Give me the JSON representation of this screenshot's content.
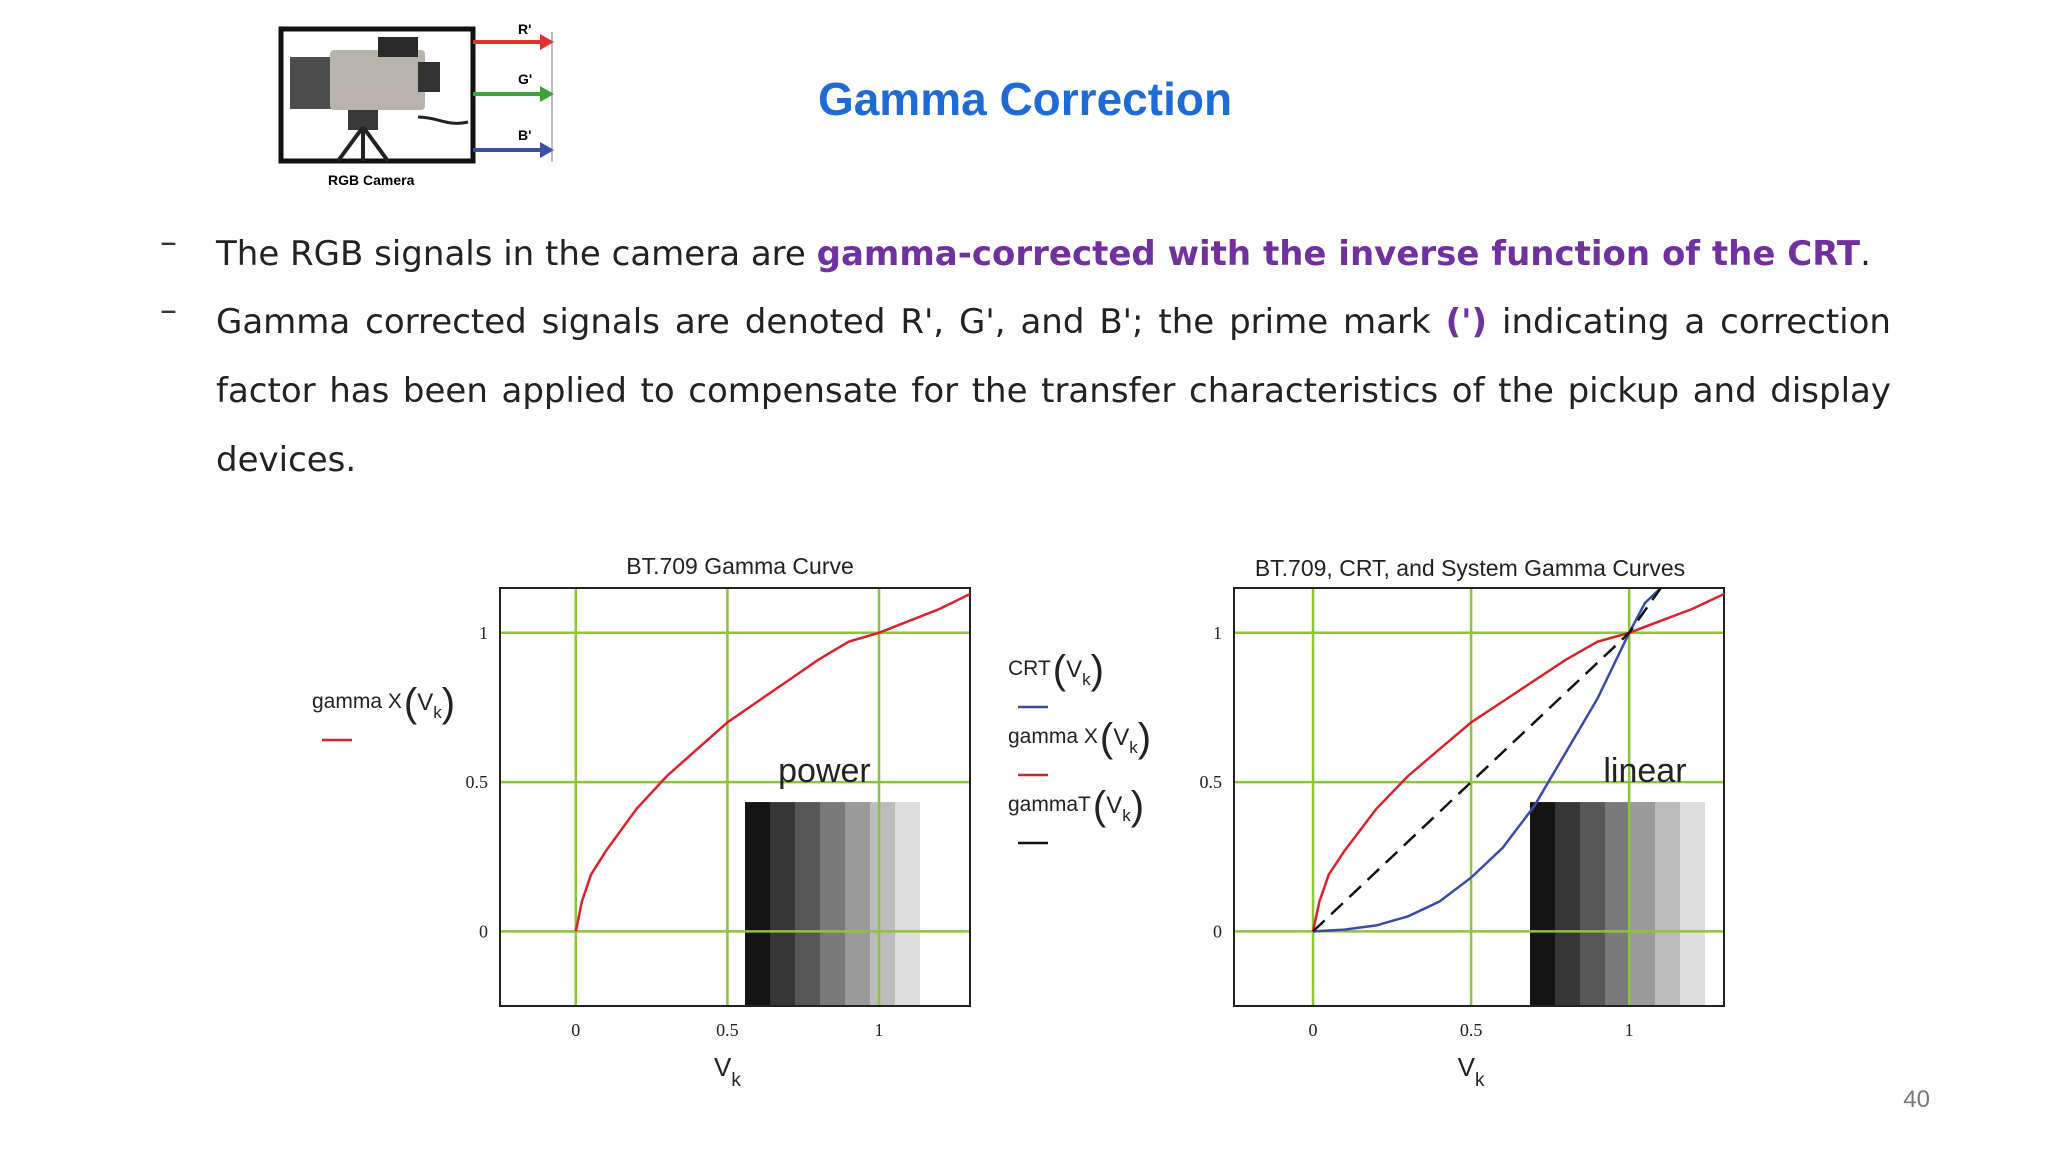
{
  "slide": {
    "title": "Gamma Correction",
    "page_number": "40"
  },
  "camera": {
    "caption": "RGB Camera",
    "outputs": [
      "R'",
      "G'",
      "B'"
    ],
    "output_colors": [
      "#e0322d",
      "#3aa63a",
      "#3b4fa8"
    ]
  },
  "bullets": [
    {
      "dash": "–",
      "prefix": "The RGB signals in the camera are ",
      "highlight": "gamma-corrected with the inverse function of the CRT",
      "suffix": "."
    },
    {
      "dash": "–",
      "prefix": "Gamma corrected signals are denoted R', G', and B'; the prime mark ",
      "highlight": "(')",
      "suffix": " indicating a correction factor has been applied to compensate for the transfer characteristics of the pickup and display devices."
    }
  ],
  "colors": {
    "title": "#1f6bd6",
    "highlight": "#7030a0",
    "grid": "#8cc43c",
    "gamma_x": "#d8232f",
    "crt": "#3b4aa6",
    "system": "#111111"
  },
  "chart_data": [
    {
      "type": "line",
      "title": "BT.709 Gamma Curve",
      "xlabel": "V",
      "xlabel_sub": "k",
      "x_ticks": [
        "0",
        "0.5",
        "1"
      ],
      "y_ticks": [
        "0",
        "0.5",
        "1"
      ],
      "xlim": [
        -0.25,
        1.3
      ],
      "ylim": [
        -0.25,
        1.15
      ],
      "grid": true,
      "annotation": "power",
      "legend": [
        {
          "name": "gamma X",
          "arg": "V",
          "sub": "k",
          "color": "#d8232f"
        }
      ],
      "series": [
        {
          "name": "gamma X",
          "color": "#d8232f",
          "x": [
            0,
            0.02,
            0.05,
            0.1,
            0.2,
            0.3,
            0.4,
            0.5,
            0.6,
            0.7,
            0.8,
            0.9,
            1.0,
            1.1,
            1.2,
            1.3
          ],
          "y": [
            0,
            0.1,
            0.19,
            0.27,
            0.41,
            0.52,
            0.61,
            0.7,
            0.77,
            0.84,
            0.91,
            0.97,
            1.0,
            1.04,
            1.08,
            1.13
          ]
        }
      ],
      "grayscale_steps": 8
    },
    {
      "type": "line",
      "title": "BT.709, CRT, and System Gamma Curves",
      "xlabel": "V",
      "xlabel_sub": "k",
      "x_ticks": [
        "0",
        "0.5",
        "1"
      ],
      "y_ticks": [
        "0",
        "0.5",
        "1"
      ],
      "xlim": [
        -0.25,
        1.3
      ],
      "ylim": [
        -0.25,
        1.15
      ],
      "grid": true,
      "annotation": "linear",
      "legend": [
        {
          "name": "CRT",
          "arg": "V",
          "sub": "k",
          "color": "#3b4aa6"
        },
        {
          "name": "gamma X",
          "arg": "V",
          "sub": "k",
          "color": "#d8232f"
        },
        {
          "name": "gammaT",
          "arg": "V",
          "sub": "k",
          "color": "#111111"
        }
      ],
      "series": [
        {
          "name": "gamma X",
          "color": "#d8232f",
          "x": [
            0,
            0.02,
            0.05,
            0.1,
            0.2,
            0.3,
            0.4,
            0.5,
            0.6,
            0.7,
            0.8,
            0.9,
            1.0,
            1.1,
            1.2,
            1.3
          ],
          "y": [
            0,
            0.1,
            0.19,
            0.27,
            0.41,
            0.52,
            0.61,
            0.7,
            0.77,
            0.84,
            0.91,
            0.97,
            1.0,
            1.04,
            1.08,
            1.13
          ]
        },
        {
          "name": "CRT",
          "color": "#3b4aa6",
          "x": [
            0,
            0.1,
            0.2,
            0.3,
            0.4,
            0.5,
            0.6,
            0.7,
            0.8,
            0.9,
            1.0,
            1.05,
            1.1
          ],
          "y": [
            0,
            0.006,
            0.02,
            0.05,
            0.1,
            0.18,
            0.28,
            0.42,
            0.6,
            0.78,
            1.0,
            1.1,
            1.15
          ]
        },
        {
          "name": "gammaT",
          "color": "#111111",
          "dashed": true,
          "x": [
            0,
            1.0,
            1.1
          ],
          "y": [
            0,
            1.0,
            1.15
          ]
        }
      ],
      "grayscale_steps": 8
    }
  ]
}
